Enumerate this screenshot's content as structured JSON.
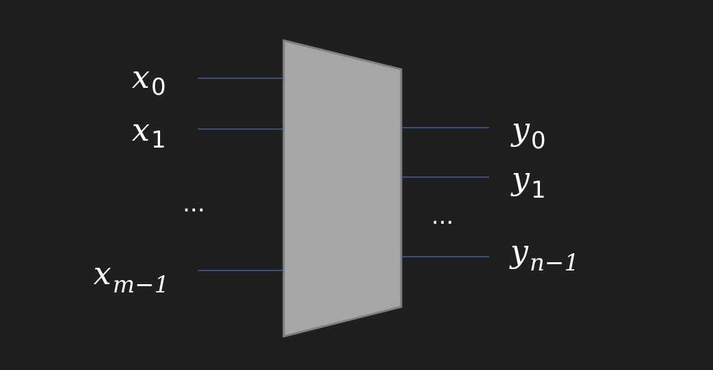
{
  "diagram": {
    "block_fill": "#a6a6a6",
    "block_stroke": "#7f7f7f",
    "wire_color": "#4a6fb5",
    "background": "#201f1f",
    "inputs": [
      {
        "symbol": "x",
        "subscript": "0"
      },
      {
        "symbol": "x",
        "subscript": "1"
      },
      {
        "symbol": "x",
        "subscript": "m−1"
      }
    ],
    "outputs": [
      {
        "symbol": "y",
        "subscript": "0"
      },
      {
        "symbol": "y",
        "subscript": "1"
      },
      {
        "symbol": "y",
        "subscript": "n−1"
      }
    ],
    "input_ellipsis": "...",
    "output_ellipsis": "..."
  }
}
